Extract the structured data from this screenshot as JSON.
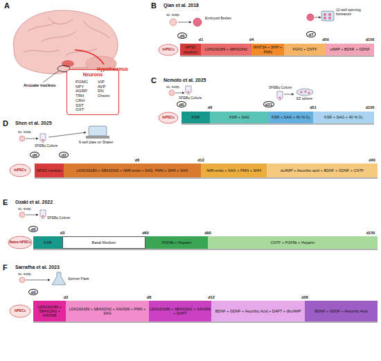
{
  "diagram": {
    "nodes": [
      {
        "text": [
          "Neurons",
          "POMC NPY AGRP TRH CRH SST OXT",
          "VIP AVP DN Orexin"
        ]
      },
      {
        "text": [
          "d0"
        ]
      },
      {
        "text": [
          "d7"
        ]
      },
      {
        "text": [
          "hiPSC medium"
        ]
      },
      {
        "text": [
          "LDN193189 + SB431542"
        ]
      },
      {
        "text": [
          "WNT3A + SHH + PMN"
        ]
      },
      {
        "text": [
          "FGF2 + CNTF"
        ]
      },
      {
        "text": [
          "cAMP + BDNF + GDNF"
        ]
      },
      {
        "text": [
          "d0"
        ]
      },
      {
        "text": [
          "d21"
        ]
      },
      {
        "text": [
          "KSR"
        ]
      },
      {
        "text": [
          "KSR + SAG"
        ]
      },
      {
        "text": [
          "KSR + SAG + 40 % O₂"
        ]
      },
      {
        "text": [
          "KSR + SAG + 40 % O₂"
        ]
      },
      {
        "text": [
          "d0"
        ]
      },
      {
        "text": [
          "d2"
        ]
      },
      {
        "text": [
          "hiPSC medium"
        ]
      },
      {
        "text": [
          "LDN193189 + SB431542 + IWR-endo + SAG, PMN + SHH + SAG"
        ]
      },
      {
        "text": [
          "IWR-endo + SAG + PMN + SHH"
        ]
      },
      {
        "text": [
          "dcAMP + Ascorbic acid + BDNF + GDNF + CNTF"
        ]
      },
      {
        "text": [
          "d0"
        ]
      },
      {
        "text": [
          "KSR"
        ]
      },
      {
        "text": [
          "Basal Medium"
        ]
      },
      {
        "text": [
          "FGF8b + Heparin"
        ]
      },
      {
        "text": [
          "CNTF + FGF8b + Heparin"
        ]
      },
      {
        "text": [
          "d0"
        ]
      },
      {
        "text": [
          "LDN193189 + SB431542 + XAV939"
        ]
      },
      {
        "text": [
          "LDN193189 + SB431542 + XAV939 + PMN + SAG"
        ]
      },
      {
        "text": [
          "LDN193189 + SB431542 + XAV939 + DAPT"
        ]
      },
      {
        "text": [
          "BDNF + GDNF + Ascorbic Acid + DAPT + dbcAMP"
        ]
      },
      {
        "text": [
          "BDNF + GDNF + Ascorbic Acid"
        ]
      }
    ],
    "labels": [
      "A",
      "Hypothalamus",
      "Arcuate nucleus",
      "B",
      "Qian et al. 2018",
      "sc. susp.",
      "Embryoid Bodies",
      "12-well spinning bioreactor",
      "hiPSCs",
      "d1",
      "d4",
      "d50",
      "d100",
      "C",
      "Nemoto et al. 2025",
      "sc. susp.",
      "SFEBq Culture",
      "SFEBq Culture",
      "EZ sphere",
      "hiPSCs",
      "d6",
      "d51",
      "d100",
      "D",
      "Shen et al. 2025",
      "sc. susp.",
      "SFEBq Culture",
      "6-well plate on Shaker",
      "hiPSCs",
      "d6",
      "d12",
      "d40",
      "E",
      "Ozaki et al. 2022",
      "sc. susp.",
      "SFEBq Culture",
      "Naive hPSCs",
      "d3",
      "d60",
      "d90",
      "d150",
      "F",
      "Sarrafha et al. 2023",
      "sc. susp.",
      "Spinner Flask",
      "hPSCs",
      "d2",
      "d8",
      "d12",
      "d36"
    ]
  }
}
